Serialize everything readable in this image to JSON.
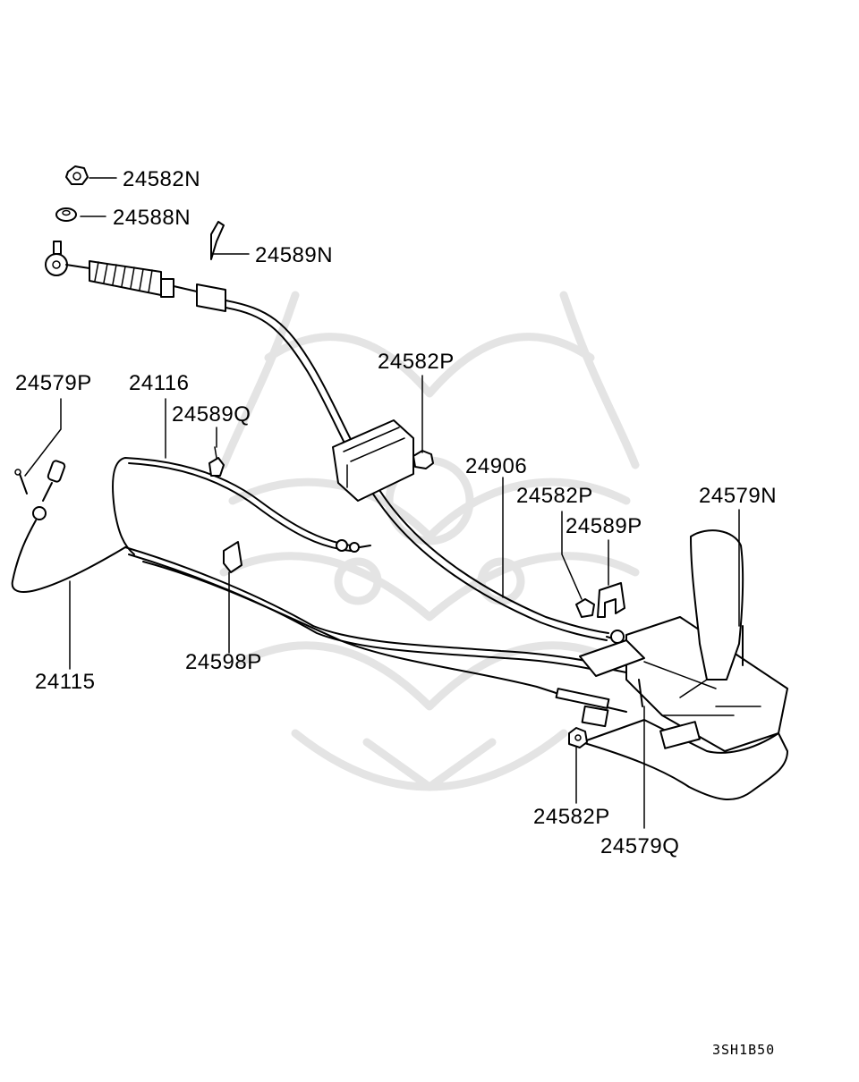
{
  "diagram": {
    "drawing_code": "3SH1B50",
    "callouts": [
      {
        "id": "c-24582N",
        "label": "24582N"
      },
      {
        "id": "c-24588N",
        "label": "24588N"
      },
      {
        "id": "c-24589N",
        "label": "24589N"
      },
      {
        "id": "c-24582P-top",
        "label": "24582P"
      },
      {
        "id": "c-24579P",
        "label": "24579P"
      },
      {
        "id": "c-24116",
        "label": "24116"
      },
      {
        "id": "c-24589Q",
        "label": "24589Q"
      },
      {
        "id": "c-24906",
        "label": "24906"
      },
      {
        "id": "c-24582P-mid",
        "label": "24582P"
      },
      {
        "id": "c-24579N",
        "label": "24579N"
      },
      {
        "id": "c-24589P",
        "label": "24589P"
      },
      {
        "id": "c-24598P",
        "label": "24598P"
      },
      {
        "id": "c-24115",
        "label": "24115"
      },
      {
        "id": "c-24582P-bottom",
        "label": "24582P"
      },
      {
        "id": "c-24579Q",
        "label": "24579Q"
      }
    ]
  }
}
